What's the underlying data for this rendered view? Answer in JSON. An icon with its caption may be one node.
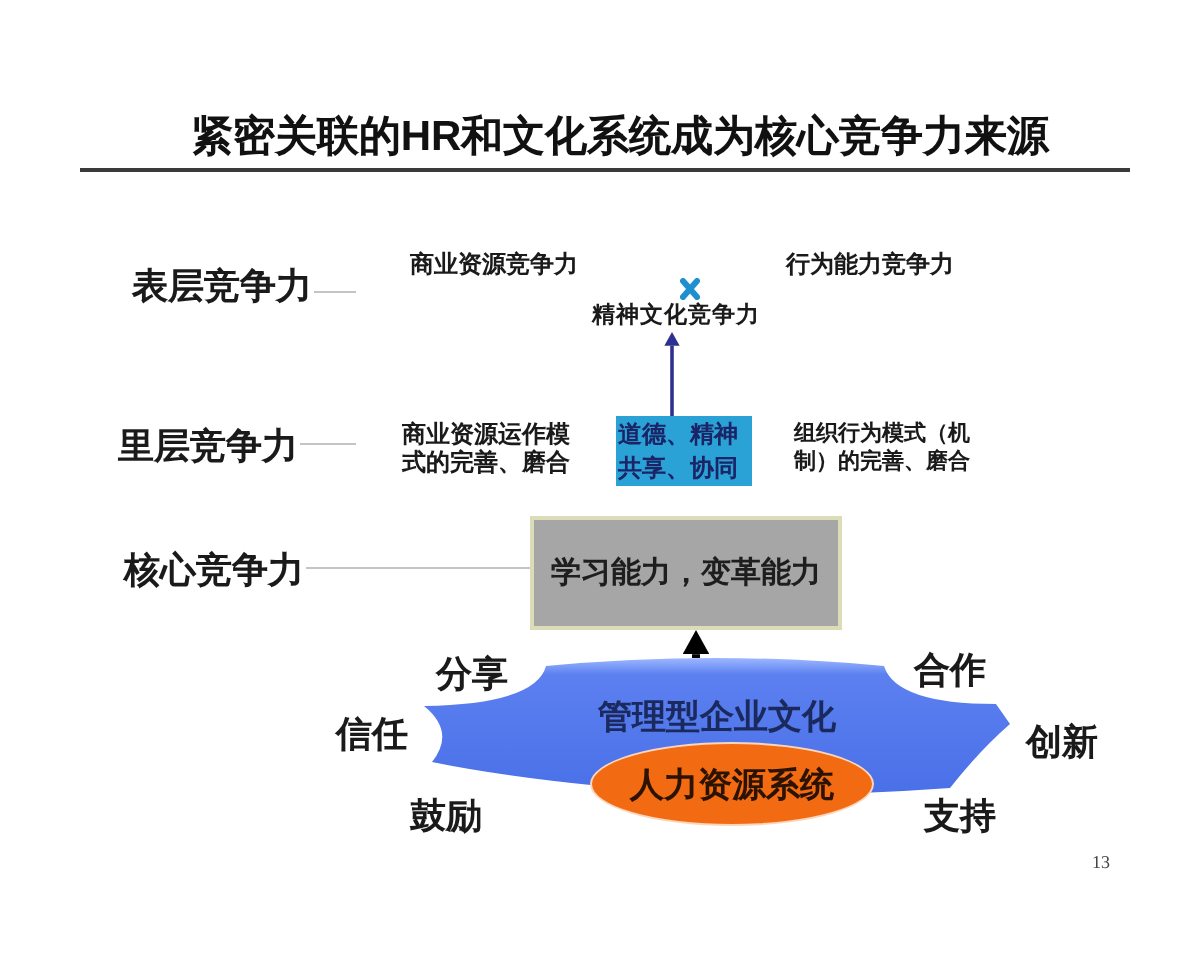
{
  "diagram": {
    "title": "紧密关联的HR和文化系统成为核心竞争力来源",
    "nodes": [
      {
        "text": [
          "表层竞争力"
        ]
      },
      {
        "text": [
          "商业资源竞争力"
        ]
      },
      {
        "text": [
          "行为能力竞争力"
        ]
      },
      {
        "text": [
          "精神文化竞争力"
        ]
      },
      {
        "text": [
          "里层竞争力"
        ]
      },
      {
        "text": [
          "商业资源运作模式的完善、磨合"
        ]
      },
      {
        "text": [
          "道德、精神共享、协同"
        ]
      },
      {
        "text": [
          "组织行为模式（机制）的完善、磨合"
        ]
      },
      {
        "text": [
          "核心竞争力"
        ]
      },
      {
        "text": [
          "学习能力，变革能力"
        ]
      },
      {
        "text": [
          "管理型企业文化"
        ],
        "beside": [
          "分享",
          "合作",
          "信任",
          "创新",
          "鼓励",
          "支持"
        ]
      },
      {
        "text": [
          "人力资源系统"
        ]
      }
    ],
    "edges": [
      {
        "from": 0,
        "to": null,
        "arrow": "none"
      },
      {
        "from": 4,
        "to": null,
        "arrow": "none"
      },
      {
        "from": 6,
        "to": 3,
        "arrow": "to",
        "color": "#2e3192"
      },
      {
        "from": 8,
        "to": 9,
        "arrow": "none"
      },
      {
        "from": 10,
        "to": 9,
        "arrow": "to",
        "style": "thick",
        "color": "#000000"
      }
    ],
    "labels": [
      "13"
    ]
  }
}
